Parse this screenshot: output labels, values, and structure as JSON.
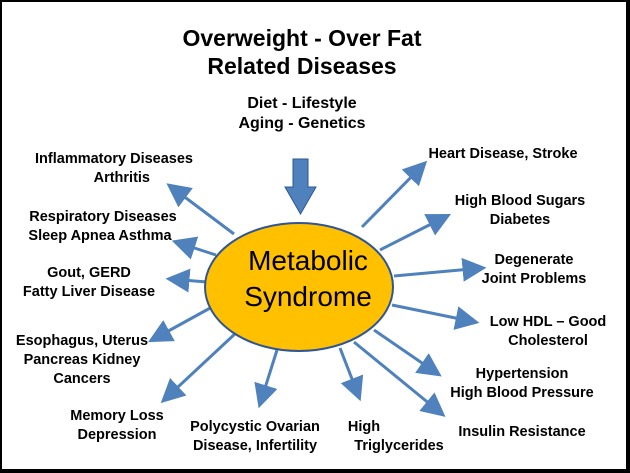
{
  "title": {
    "line1": "Overweight - Over Fat",
    "line2": "Related Diseases"
  },
  "causes": {
    "line1": "Diet - Lifestyle",
    "line2": "Aging - Genetics"
  },
  "center": {
    "line1": "Metabolic",
    "line2": "Syndrome"
  },
  "labels": {
    "inflammatory": [
      "Inflammatory Diseases",
      "Arthritis"
    ],
    "respiratory": [
      "Respiratory Diseases",
      "Sleep Apnea Asthma"
    ],
    "gout": [
      "Gout, GERD",
      "Fatty Liver Disease"
    ],
    "cancers": [
      "Esophagus, Uterus",
      "Pancreas Kidney",
      "Cancers"
    ],
    "memory": [
      "Memory Loss",
      "Depression"
    ],
    "polycystic": [
      "Polycystic Ovarian",
      "Disease, Infertility"
    ],
    "triglycerides": [
      "High",
      "Triglycerides"
    ],
    "heart": [
      "Heart Disease, Stroke"
    ],
    "sugars": [
      "High Blood Sugars",
      "Diabetes"
    ],
    "joint": [
      "Degenerate",
      "Joint Problems"
    ],
    "hdl": [
      "Low HDL – Good",
      "Cholesterol"
    ],
    "hypertension": [
      "Hypertension",
      "High Blood Pressure"
    ],
    "insulin": [
      "Insulin Resistance"
    ]
  },
  "colors": {
    "ellipse_fill": "#ffc000",
    "ellipse_stroke": "#2e5597",
    "arrow": "#4f81bd"
  }
}
